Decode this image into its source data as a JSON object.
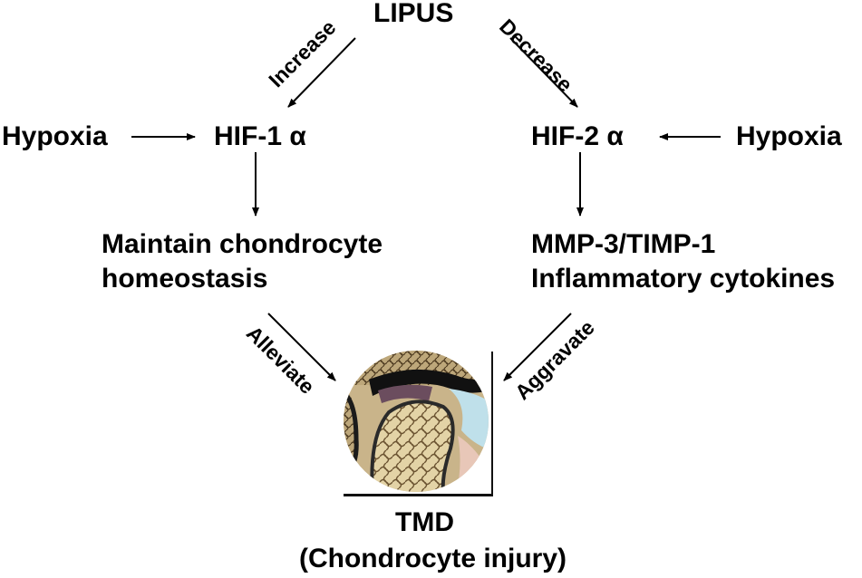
{
  "diagram": {
    "top": "LIPUS",
    "left_branch": {
      "input": "Hypoxia",
      "factor": "HIF-1 α",
      "edge_from_lipus": "Increase",
      "outcome_line1": "Maintain chondrocyte",
      "outcome_line2": "homeostasis",
      "edge_to_tmd": "Alleviate"
    },
    "right_branch": {
      "input": "Hypoxia",
      "factor": "HIF-2 α",
      "edge_from_lipus": "Decrease",
      "outcome_line1": "MMP-3/TIMP-1",
      "outcome_line2": "Inflammatory cytokines",
      "edge_to_tmd": "Aggravate"
    },
    "bottom_line1": "TMD",
    "bottom_line2": "(Chondrocyte injury)",
    "figure": "tmj-histology-image"
  }
}
